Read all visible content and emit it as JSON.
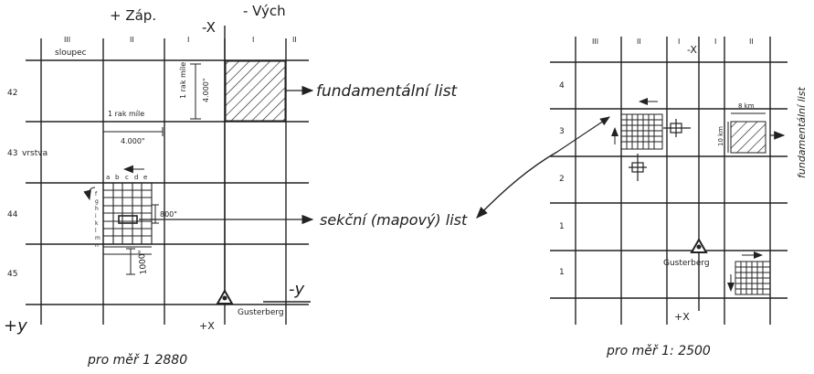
{
  "left_diagram": {
    "header": {
      "west": "+ Záp.",
      "east": "- Vých",
      "axis": "-X"
    },
    "columns": [
      "III",
      "II",
      "I",
      "I",
      "II"
    ],
    "column_title": "sloupec",
    "rows": [
      "42",
      "43",
      "44",
      "45"
    ],
    "row_title": "vrstva",
    "mile_vertical": "1 rak míle",
    "mile_vertical_value": "4.000\"",
    "mile_horizontal": "1 rak míle",
    "mile_horizontal_value": "4.000\"",
    "section_letters": [
      "a",
      "b",
      "c",
      "d",
      "e"
    ],
    "section_row_letters": [
      "f",
      "g",
      "h",
      "i",
      "k",
      "l",
      "m",
      "n"
    ],
    "section_height": "800\"",
    "section_width": "1000\"",
    "origin_name": "Gusterberg",
    "axis_plus_x": "+X",
    "axis_plus_y": "+y",
    "axis_minus_y": "-y",
    "scale_caption": "pro měř 1 2880"
  },
  "callouts": {
    "fundamental": "fundamentální list",
    "section": "sekční (mapový) list"
  },
  "right_diagram": {
    "columns": [
      "III",
      "II",
      "I",
      "I",
      "II"
    ],
    "axis": "-X",
    "rows": [
      "4",
      "3",
      "2",
      "1",
      "1"
    ],
    "dimension_top": "8 km",
    "dimension_side": "10 km",
    "vertical_label": "fundamentální list",
    "origin_name": "Gusterberg",
    "axis_plus_x": "+X",
    "scale_caption": "pro měř 1: 2500"
  },
  "colors": {
    "ink": "#1e1e1e",
    "paper": "#ffffff"
  }
}
